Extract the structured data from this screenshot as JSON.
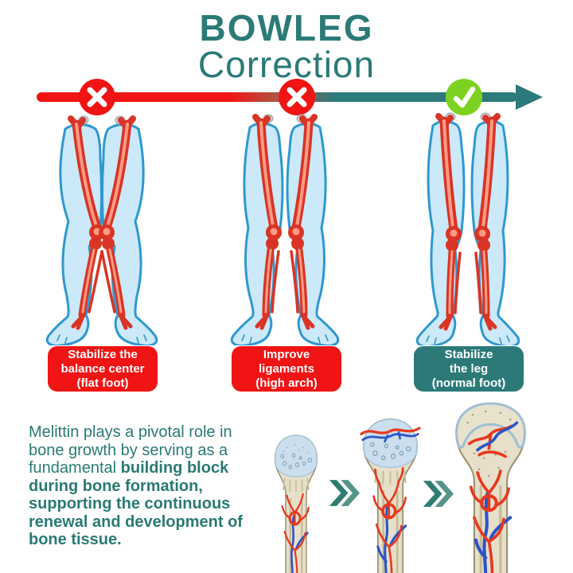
{
  "page": {
    "background": "#ffffff"
  },
  "header": {
    "title_line1": "BOWLEG",
    "title_line2": "Correction",
    "color": "#2b7a77"
  },
  "progress_arrow": {
    "start_color": "#f11414",
    "end_color": "#2c7a79",
    "markers": [
      {
        "icon": "cross-icon",
        "color": "#f11414",
        "meaning": "incorrect"
      },
      {
        "icon": "cross-icon",
        "color": "#f11414",
        "meaning": "incorrect"
      },
      {
        "icon": "check-icon",
        "color": "#7dd221",
        "meaning": "correct"
      }
    ]
  },
  "stages": [
    {
      "label_line1": "Stabilize the",
      "label_line2": "balance center",
      "label_line3": "(flat foot)",
      "box_color": "#f11414",
      "status": "incorrect",
      "illustration": "knock-knee-legs"
    },
    {
      "label_line1": "Improve",
      "label_line2": "ligaments",
      "label_line3": "(high arch)",
      "box_color": "#f11414",
      "status": "incorrect",
      "illustration": "slightly-bowed-legs"
    },
    {
      "label_line1": "Stabilize",
      "label_line2": "the leg",
      "label_line3": "(normal foot)",
      "box_color": "#2b7a78",
      "status": "correct",
      "illustration": "straight-legs"
    }
  ],
  "description": {
    "normal_part": "Melittin plays a pivotal role in bone growth by serving as a fundamental ",
    "bold_part": "building block during bone formation, supporting the continuous renewal and development of bone tissue.",
    "color": "#2a7a74"
  },
  "bone_growth": {
    "stages_shown": 3,
    "separator_icon": "double-chevron-icon",
    "artery_color": "#e8381f",
    "vein_color": "#2a55c8",
    "bone_color": "#e7dfc9",
    "cartilage_color": "#cadeee"
  }
}
